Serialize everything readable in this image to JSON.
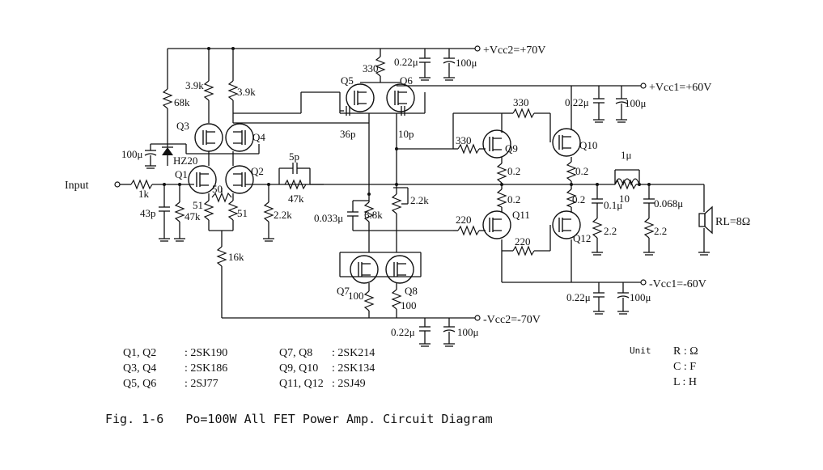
{
  "caption": "Fig. 1-6   Po=100W All FET Power Amp. Circuit Diagram",
  "supplies": {
    "vcc2_pos": "+Vcc2=+70V",
    "vcc1_pos": "+Vcc1=+60V",
    "vcc1_neg": "-Vcc1=-60V",
    "vcc2_neg": "-Vcc2=-70V"
  },
  "labels": {
    "input": "Input",
    "load": "RL=8Ω",
    "zener": "HZ20"
  },
  "transistors": [
    "Q1",
    "Q2",
    "Q3",
    "Q4",
    "Q5",
    "Q6",
    "Q7",
    "Q8",
    "Q9",
    "Q10",
    "Q11",
    "Q12"
  ],
  "components": {
    "r_in": "1k",
    "c_in_gnd": "43p",
    "r_in_gnd": "47k",
    "r_68k": "68k",
    "c_100u": "100μ",
    "r_39k_a": "3.9k",
    "r_39k_b": "3.9k",
    "r_51_a": "51",
    "r_51_b": "51",
    "pot_50": "50",
    "r_16k": "16k",
    "r_22k_fb": "2.2k",
    "c_5p": "5p",
    "r_47k_fb": "47k",
    "r_330_top": "330",
    "c_36p": "36p",
    "c_10p": "10p",
    "c_022_top": "0.22μ",
    "c_100_top": "100μ",
    "c_0033": "0.033μ",
    "r_68k_mid": "6.8k",
    "pot_22k": "2.2k",
    "r_100_a": "100",
    "r_100_b": "100",
    "c_022_bot": "0.22μ",
    "c_100_bot": "100μ",
    "r_330_g9": "330",
    "r_330_g10": "330",
    "r_220_g11": "220",
    "r_220_g12": "220",
    "r_02_q9": "0.2",
    "r_02_q10": "0.2",
    "r_02_q11": "0.2",
    "r_02_q12": "0.2",
    "c_022_r": "0.22μ",
    "c_100_r": "100μ",
    "c_022_rb": "0.22μ",
    "c_100_rb": "100μ",
    "l_1u": "1μ",
    "r_10": "10",
    "c_01u": "0.1μ",
    "r_22_a": "2.2",
    "c_0068": "0.068μ",
    "r_22_b": "2.2"
  },
  "parts_list": [
    {
      "pair": "Q1, Q2",
      "part": ": 2SK190"
    },
    {
      "pair": "Q3, Q4",
      "part": ": 2SK186"
    },
    {
      "pair": "Q5, Q6",
      "part": ": 2SJ77"
    },
    {
      "pair": "Q7, Q8",
      "part": ": 2SK214"
    },
    {
      "pair": "Q9, Q10",
      "part": ": 2SK134"
    },
    {
      "pair": "Q11, Q12",
      "part": ": 2SJ49"
    }
  ],
  "units": {
    "title": "Unit",
    "rows": [
      "R : Ω",
      "C : F",
      "L : H"
    ]
  }
}
